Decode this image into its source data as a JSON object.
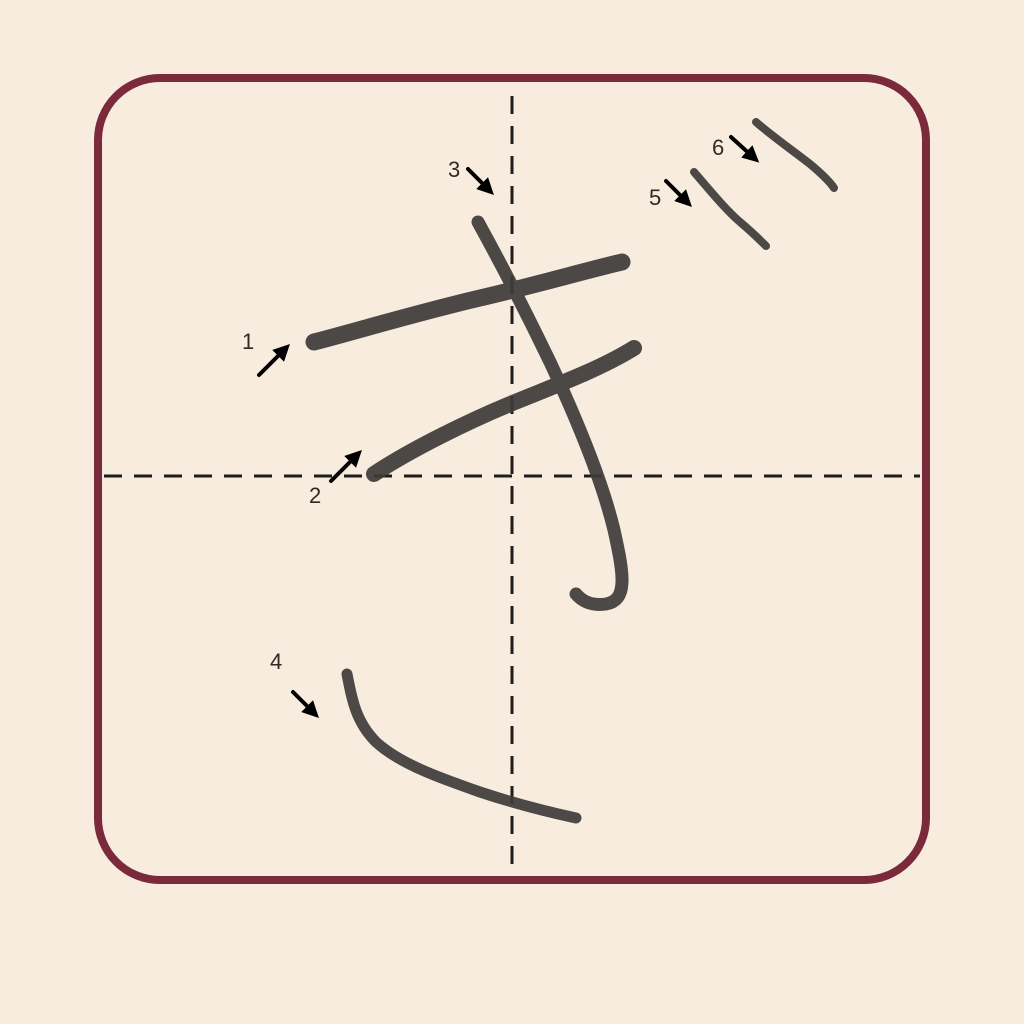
{
  "diagram": {
    "strokes": [
      {
        "order": "1"
      },
      {
        "order": "2"
      },
      {
        "order": "3"
      },
      {
        "order": "4"
      },
      {
        "order": "5"
      },
      {
        "order": "6"
      }
    ],
    "colors": {
      "background": "#f8ecdf",
      "frame": "#7a2a3a",
      "ink": "#3e3b38",
      "guide": "#1e1e1e",
      "arrow": "#000000"
    }
  }
}
